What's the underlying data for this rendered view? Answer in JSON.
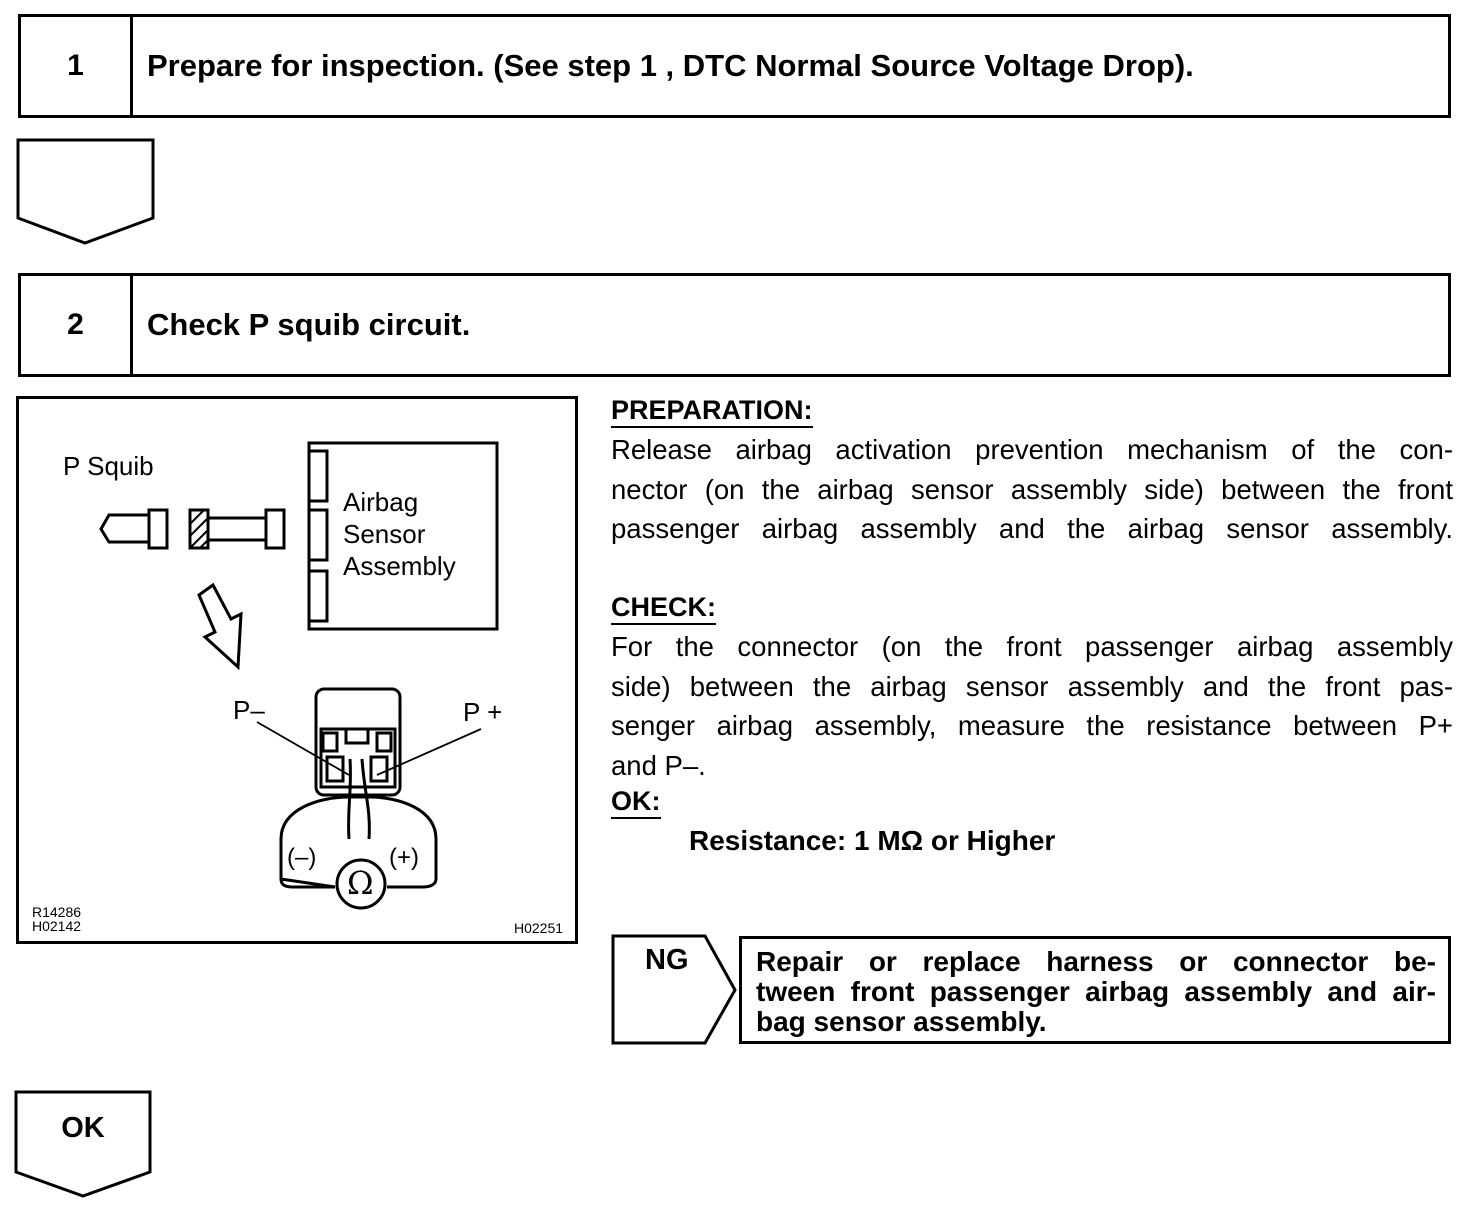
{
  "step1": {
    "number": "1",
    "title": "Prepare for inspection. (See step 1 , DTC Normal Source Voltage Drop)."
  },
  "step2": {
    "number": "2",
    "title": "Check P squib circuit."
  },
  "figure": {
    "p_squib_label": "P Squib",
    "sensor_label_lines": [
      "Airbag",
      "Sensor",
      "Assembly"
    ],
    "p_minus_label": "P–",
    "p_plus_label": "P +",
    "minus_label": "(–)",
    "plus_label": "(+)",
    "ohm_symbol": "Ω",
    "ref_codes": [
      "R14286",
      "H02142"
    ],
    "ref_code_right": "H02251"
  },
  "preparation": {
    "heading": "PREPARATION:",
    "lines": [
      "Release airbag activation prevention mechanism of the con-",
      "nector (on the airbag sensor assembly side) between the front",
      "passenger airbag assembly and the airbag sensor assembly."
    ]
  },
  "check": {
    "heading": "CHECK:",
    "lines": [
      "For the connector (on the front passenger airbag assembly",
      "side) between the airbag sensor assembly and the front pas-",
      "senger airbag assembly, measure the resistance between P+",
      "and P–."
    ]
  },
  "ok_spec": {
    "heading": "OK:",
    "value": "Resistance: 1 MΩ or Higher"
  },
  "ng": {
    "label": "NG",
    "action_lines": [
      "Repair or replace harness or connector be-",
      "tween front passenger airbag assembly and air-",
      "bag sensor assembly."
    ]
  },
  "ok_label": "OK"
}
